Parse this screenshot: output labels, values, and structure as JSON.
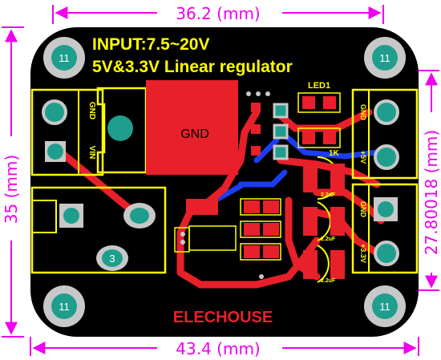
{
  "dimensions": {
    "width_top": "36.2 (mm)",
    "width_bottom": "43.4 (mm)",
    "height_left": "35 (mm)",
    "height_right": "27.80018 (mm)"
  },
  "board": {
    "title_line1": "INPUT:7.5~20V",
    "title_line2": "5V&3.3V Linear regulator",
    "brand": "ELECHOUSE",
    "gnd_label": "GND",
    "led_label": "LED1",
    "resistor_label": "1K",
    "cap_label": "2.2uF",
    "mount_hole_label": "11",
    "dc_jack_pad_label": "3",
    "terminal_left_top": "GND",
    "terminal_left_bottom": "VIN",
    "terminal_right_top": "GND",
    "terminal_right_mid": "+5V",
    "terminal_right_low": "GND",
    "terminal_right_bottom": "+3.3V"
  },
  "colors": {
    "board": "#000000",
    "copper_top": "#e8202a",
    "copper_bottom": "#1c3cf0",
    "silkscreen": "#ffff00",
    "pad": "#1f9e8e",
    "dimension": "#ee00ee"
  }
}
